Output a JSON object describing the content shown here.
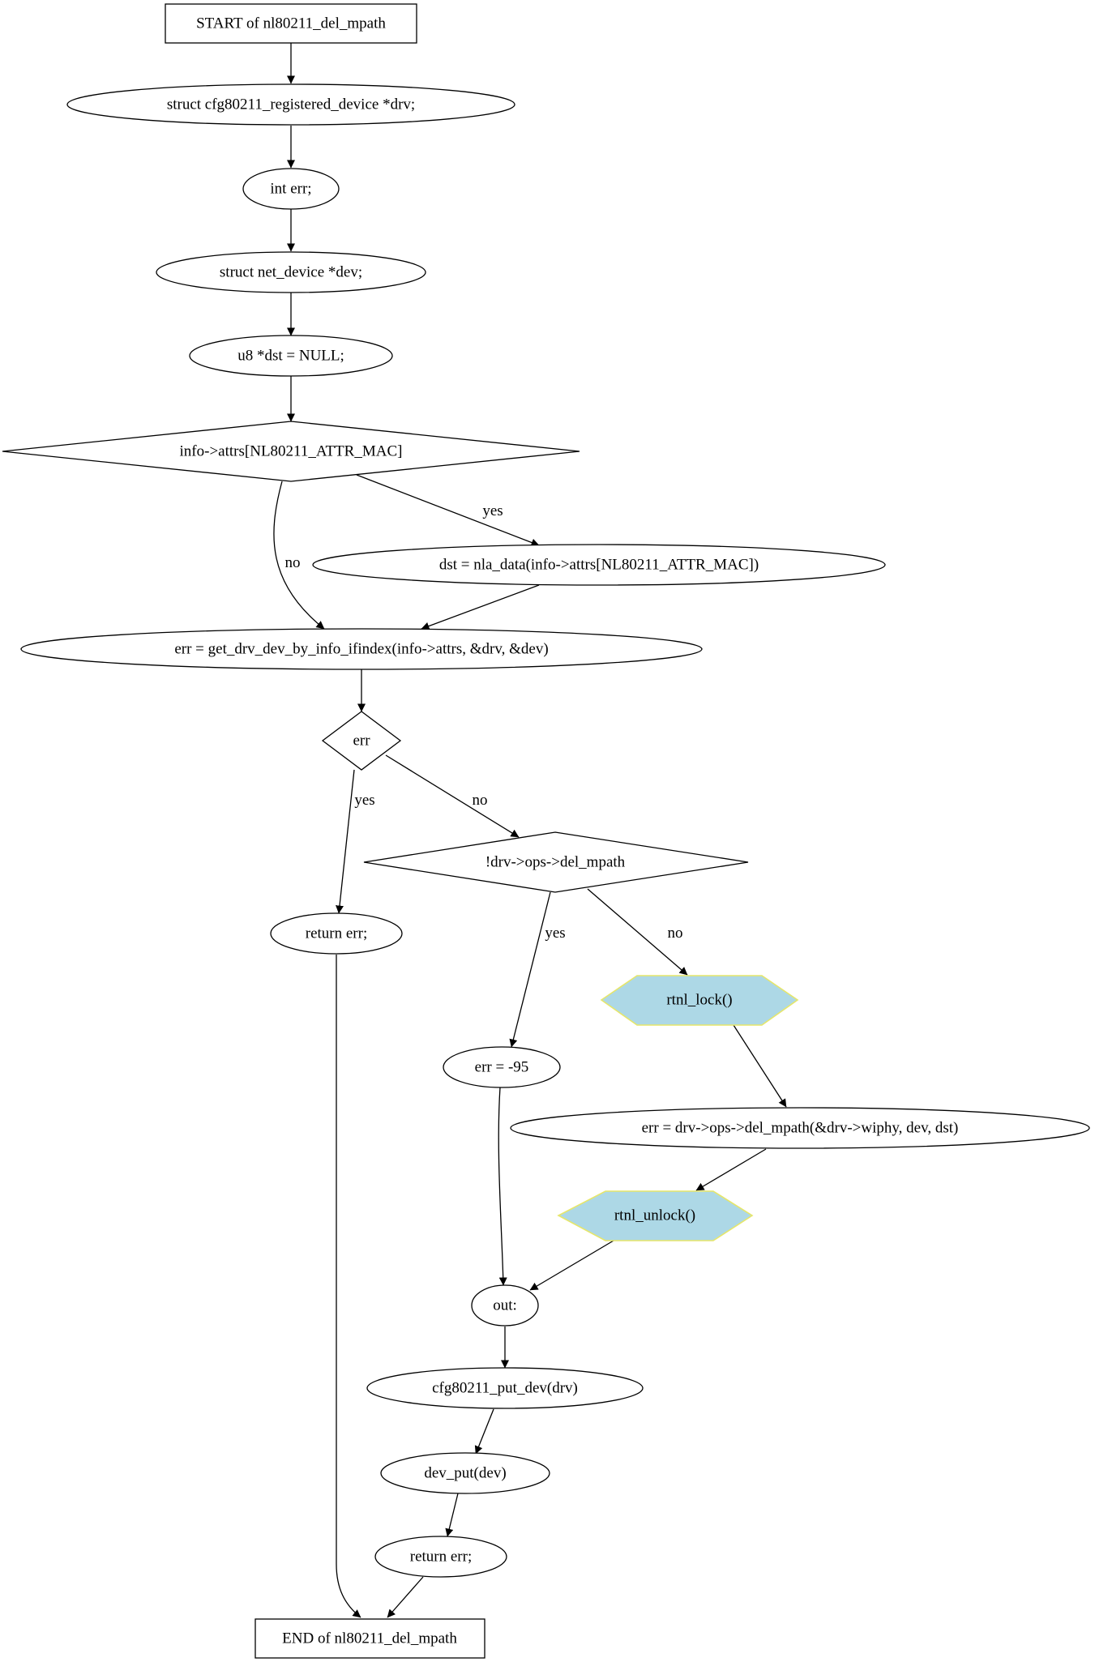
{
  "diagram": {
    "colors": {
      "line": "#000000",
      "background": "#ffffff",
      "highlight_fill": "#add8e6",
      "highlight_stroke": "#e6e66a"
    },
    "nodes": {
      "start": "START of nl80211_del_mpath",
      "decl_drv": "struct cfg80211_registered_device *drv;",
      "decl_err": "int err;",
      "decl_dev": "struct net_device *dev;",
      "decl_dst": "u8 *dst = NULL;",
      "cond_attr_mac": "info->attrs[NL80211_ATTR_MAC]",
      "assign_dst": "dst = nla_data(info->attrs[NL80211_ATTR_MAC])",
      "get_drv_dev": "err = get_drv_dev_by_info_ifindex(info->attrs, &drv, &dev)",
      "cond_err": "err",
      "return_err_early": "return err;",
      "cond_del_mpath": "!drv->ops->del_mpath",
      "assign_eopnotsupp": "err = -95",
      "rtnl_lock": "rtnl_lock()",
      "call_del_mpath": "err = drv->ops->del_mpath(&drv->wiphy, dev, dst)",
      "rtnl_unlock": "rtnl_unlock()",
      "label_out": "out:",
      "put_drv": "cfg80211_put_dev(drv)",
      "put_dev": "dev_put(dev)",
      "return_err_final": "return err;",
      "end": "END of nl80211_del_mpath"
    },
    "edge_labels": {
      "attr_mac_yes": "yes",
      "attr_mac_no": "no",
      "err_yes": "yes",
      "err_no": "no",
      "del_mpath_yes": "yes",
      "del_mpath_no": "no"
    }
  }
}
